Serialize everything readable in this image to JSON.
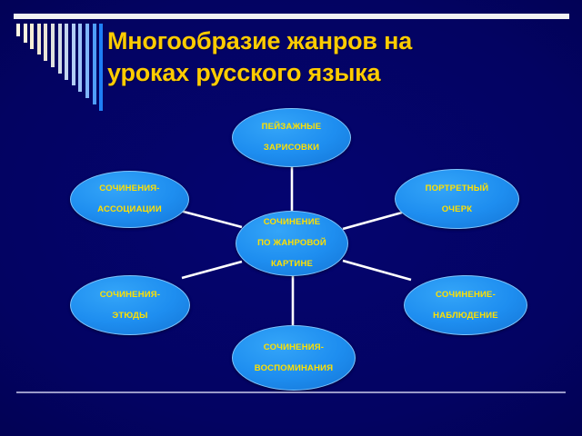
{
  "slide": {
    "title_line1": "Многообразие жанров на",
    "title_line2": "уроках русского языка",
    "title_color": "#FFCC00",
    "background_color": "#030362",
    "node_fill_color": "#1E8EF0",
    "node_text_color": "#FFE000",
    "connector_color": "#FFFFFF",
    "rule_color_top": "#F2F2F2",
    "rule_color_bottom": "#9A9AC8"
  },
  "diagram": {
    "type": "hub-and-spoke",
    "center": {
      "id": "center",
      "label_line1": "СОЧИНЕНИЕ",
      "label_line2": "ПО ЖАНРОВОЙ",
      "label_line3": "КАРТИНЕ",
      "label": "СОЧИНЕНИЕ ПО ЖАНРОВОЙ КАРТИНЕ"
    },
    "nodes": [
      {
        "id": "top",
        "label_line1": "ПЕЙЗАЖНЫЕ",
        "label_line2": "ЗАРИСОВКИ",
        "label": "ПЕЙЗАЖНЫЕ ЗАРИСОВКИ",
        "position": "top"
      },
      {
        "id": "topright",
        "label_line1": "ПОРТРЕТНЫЙ",
        "label_line2": "ОЧЕРК",
        "label": "ПОРТРЕТНЫЙ ОЧЕРК",
        "position": "top-right"
      },
      {
        "id": "topleft",
        "label_line1": "СОЧИНЕНИЯ-",
        "label_line2": "АССОЦИАЦИИ",
        "label": "СОЧИНЕНИЯ-АССОЦИАЦИИ",
        "position": "top-left"
      },
      {
        "id": "botleft",
        "label_line1": "СОЧИНЕНИЯ-",
        "label_line2": "ЭТЮДЫ",
        "label": "СОЧИНЕНИЯ-ЭТЮДЫ",
        "position": "bottom-left"
      },
      {
        "id": "botright",
        "label_line1": "СОЧИНЕНИЕ-",
        "label_line2": "НАБЛЮДЕНИЕ",
        "label": "СОЧИНЕНИЕ-НАБЛЮДЕНИЕ",
        "position": "bottom-right"
      },
      {
        "id": "bottom",
        "label_line1": "СОЧИНЕНИЯ-",
        "label_line2": "ВОСПОМИНАНИЯ",
        "label": "СОЧИНЕНИЯ-ВОСПОМИНАНИЯ",
        "position": "bottom"
      }
    ]
  },
  "decoration": {
    "bars_count": 13,
    "bars_description": "descending vertical bars fading cream to blue"
  }
}
